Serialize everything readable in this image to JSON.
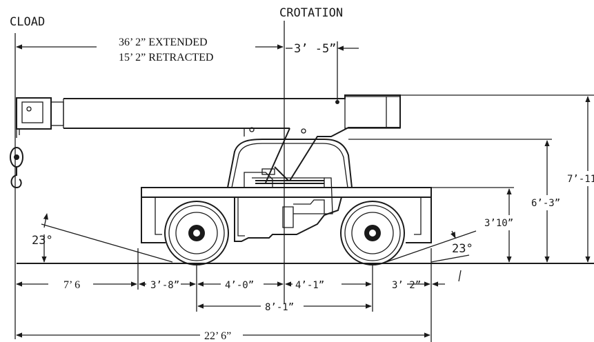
{
  "centerlines": {
    "load": "CLOAD",
    "rotation": "CROTATION"
  },
  "boom_length": {
    "extended": "36’ 2” EXTENDED",
    "retracted": "15’ 2” RETRACTED"
  },
  "dimensions": {
    "rotation_offset": "3’ -5”",
    "overall_height": "7’-11",
    "cab_height": "6’-3”",
    "deck_height": "3’10”",
    "approach_angle_left": "23°",
    "approach_angle_right": "23°",
    "front_overhang_load": "7’ 6",
    "front_overhang": "3’-8”",
    "front_axle_to_rotation": "4’-0”",
    "rotation_to_rear_axle": "4’-1”",
    "rear_overhang": "3’ 2”",
    "wheelbase": "8’-1”",
    "overall_length": "22’ 6”"
  },
  "colors": {
    "line": "#1a1a1a",
    "background": "#ffffff"
  }
}
